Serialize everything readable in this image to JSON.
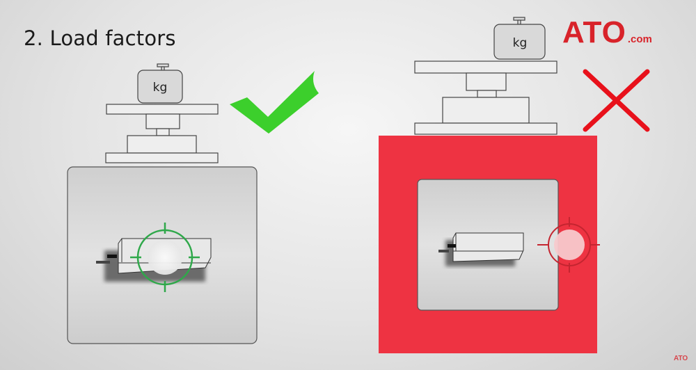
{
  "title": "2. Load factors",
  "logo": {
    "brand": "ATO",
    "domain": ".com"
  },
  "watermark": "ATO",
  "left_setup": {
    "weight_label": "kg",
    "verdict": "correct",
    "verdict_icon": "checkmark-icon"
  },
  "right_setup": {
    "weight_label": "kg",
    "verdict": "incorrect",
    "verdict_icon": "x-icon"
  },
  "colors": {
    "check": "#3ccf2c",
    "cross": "#e8111b",
    "red_zone": "#ee3342",
    "target_green": "#2fa84a",
    "target_red": "#c42530",
    "logo": "#d8232a"
  }
}
